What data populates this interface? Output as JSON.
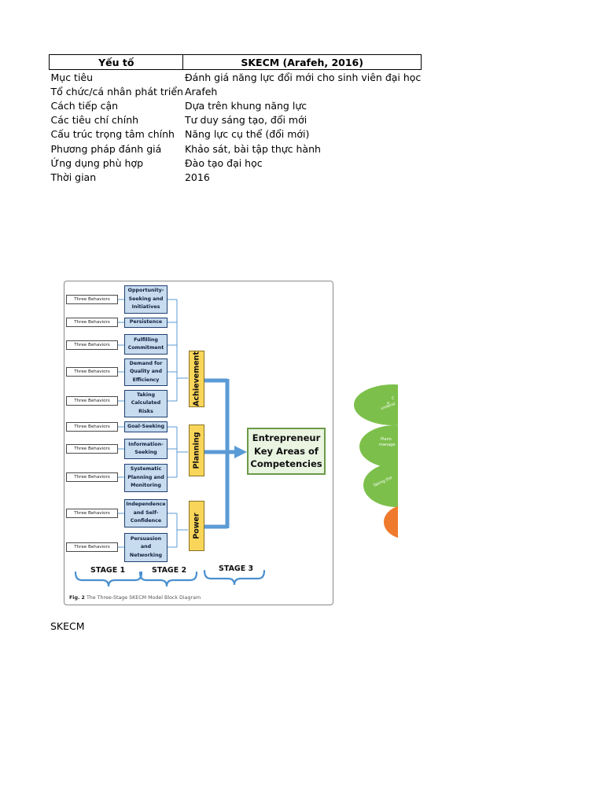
{
  "table": {
    "headers": [
      "Yếu tố",
      "SKECM (Arafeh, 2016)"
    ],
    "rows": [
      [
        "Mục tiêu",
        "Đánh giá năng lực đổi mới cho sinh viên đại học"
      ],
      [
        "Tổ chức/cá nhân phát triển",
        "Arafeh"
      ],
      [
        "Cách tiếp cận",
        "Dựa trên khung năng lực"
      ],
      [
        "Các tiêu chí chính",
        "Tư duy sáng tạo, đổi mới"
      ],
      [
        "Cấu trúc trọng tâm chính",
        "Năng lực cụ thể (đổi mới)"
      ],
      [
        "Phương pháp đánh giá",
        "Khảo sát, bài tập thực hành"
      ],
      [
        "Ứng dụng phù hợp",
        "Đào tạo đại học"
      ],
      [
        "Thời gian",
        "2016"
      ]
    ]
  },
  "figure": {
    "behaviors_label": "Three Behaviors",
    "competencies": [
      "Opportunity-\nSeeking and\nInitiatives",
      "Persistence",
      "Fulfilling\nCommitment",
      "Demand for\nQuality and\nEfficiency",
      "Taking\nCalculated\nRisks",
      "Goal-Seeking",
      "Information-\nSeeking",
      "Systematic\nPlanning and\nMonitoring",
      "Independence\nand Self-\nConfidence",
      "Persuasion\nand\nNetworking"
    ],
    "areas": [
      "Achievement",
      "Planning",
      "Power"
    ],
    "result": "Entrepreneur\nKey Areas of\nCompetencies",
    "stages": [
      "STAGE 1",
      "STAGE 2",
      "STAGE 3"
    ],
    "caption_prefix": "Fig. 2",
    "caption_text": "The Three-Stage SKECM Model Block Diagram",
    "colors": {
      "competency_fill": "#c8dcf0",
      "area_fill": "#f9d55a",
      "result_fill": "#e9f4e1",
      "arrow": "#5b9bd5",
      "bracket": "#4a90d0"
    }
  },
  "figure_label": "SKECM",
  "side_graphic": {
    "fragments": [
      "C",
      "a",
      "underst",
      "Plann",
      "manage",
      "Taking the"
    ],
    "colors": {
      "petal": "#7cc04b",
      "accent": "#f07a2c"
    }
  }
}
